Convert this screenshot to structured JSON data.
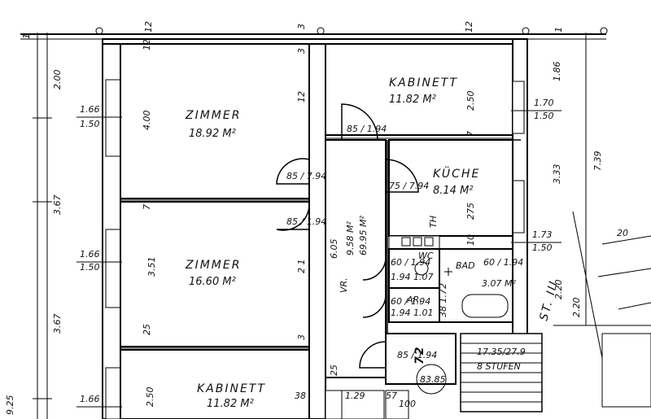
{
  "rooms": {
    "zimmer_1": {
      "name": "ZIMMER",
      "area": "18.92 M²"
    },
    "zimmer_2": {
      "name": "ZIMMER",
      "area": "16.60 M²"
    },
    "kabinett_1": {
      "name": "KABINETT",
      "area": "11.82 M²"
    },
    "kabinett_2": {
      "name": "KABINETT",
      "area": "11.82 M²"
    },
    "kueche": {
      "name": "KÜCHE",
      "area": "8.14 M²"
    },
    "wc": {
      "name": "WC"
    },
    "bad": {
      "name": "BAD",
      "area": "3.07 M²"
    },
    "ar": {
      "name": "AR."
    },
    "vr": {
      "name": "VR.",
      "area": "9.58 M²",
      "total": "69.95 M²"
    },
    "stiege": {
      "label": "ST. III",
      "steps": "8 STUFEN",
      "step_dims": "17.35/27.9"
    }
  },
  "dimensions": {
    "top_left": "1",
    "top_mid": "12",
    "top_mid2": "3",
    "top_right": "12",
    "top_far_right": "1",
    "left_200": "2.00",
    "left_367_a": "3.67",
    "left_367_b": "3.67",
    "left_925": "9.25",
    "win_166_1": "1.66",
    "win_150_1": "1.50",
    "win_166_2": "1.66",
    "win_150_2": "1.50",
    "win_166_3": "1.66",
    "zimmer1_400": "4.00",
    "zimmer2_351": "3.51",
    "kab2_250": "2.50",
    "wall_12_a": "12",
    "wall_12_b": "12",
    "wall_7": "7",
    "wall_25": "25",
    "wall_3_a": "3",
    "wall_3_b": "3",
    "wall_21": "2 1",
    "kab_250": "2.50",
    "kab_7": "7",
    "win_170": "1.70",
    "win_150_3": "1.50",
    "right_186": "1.86",
    "right_333": "3.33",
    "right_739": "7.39",
    "kue_275": "275",
    "kue_10": "10",
    "win_173": "1.73",
    "win_150_4": "1.50",
    "door_85_194": "85 / 1.94",
    "door_85_794_a": "85 / 7.94",
    "door_85_794_b": "85 / 1.94",
    "door_75_794": "75 / 7.94",
    "vr_605": "6.05",
    "wc_60_194": "60 / 1.94",
    "ar_60_194": "60 / 1.94",
    "bad_60_194": "60 / 1.94",
    "wc_194_107": "1.94 1.07",
    "ar_194_101": "1.94 1.01",
    "bad_38_172": "38 1.72",
    "door_85_194_b": "85 / 1.94",
    "stair_72": "72",
    "elev_8385": "83.85",
    "bottom_38": "38",
    "bottom_129": "1.29",
    "bottom_57": "57",
    "bottom_100": "100",
    "st_220_a": "2.20",
    "st_220_b": "2.20",
    "right_20": "20",
    "th": "TH"
  }
}
